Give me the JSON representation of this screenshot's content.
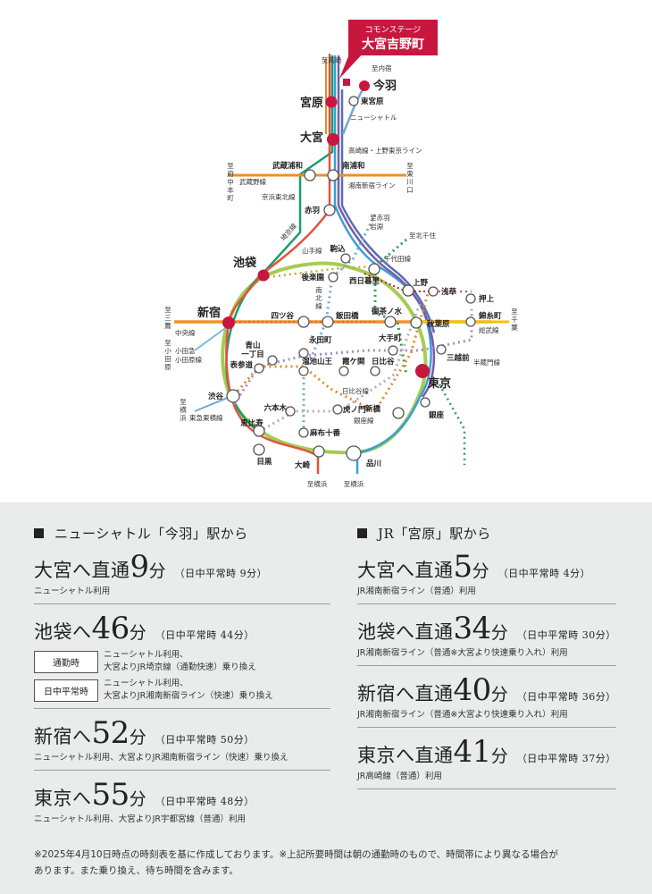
{
  "property": {
    "sub": "コモンステージ",
    "name": "大宮吉野町"
  },
  "map": {
    "stations": {
      "imahane": "今羽",
      "miyahara": "宮原",
      "omiya": "大宮",
      "ikebukuro": "池袋",
      "shinjuku": "新宿",
      "tokyo": "東京",
      "higashimiyahara": "東宮原",
      "musashiurawa": "武蔵浦和",
      "minamiurawa": "南浦和",
      "akabane": "赤羽",
      "komagome": "駒込",
      "kourakuen": "後楽園",
      "nishinippori": "西日暮里",
      "ueno": "上野",
      "asakusa": "浅草",
      "oshiage": "押上",
      "kinshicho": "錦糸町",
      "yotsuya": "四ツ谷",
      "iidabashi": "飯田橋",
      "ochanomizu": "御茶ノ水",
      "akihabara": "秋葉原",
      "nagatacho": "永田町",
      "otemachi": "大手町",
      "aoyama1": "青山",
      "aoyama2": "一丁目",
      "omotesando": "表参道",
      "tameikesanno": "溜池山王",
      "kasumigaseki": "霞ケ関",
      "hibiya": "日比谷",
      "mitsukoshimae": "三越前",
      "shibuya": "渋谷",
      "roppongi": "六本木",
      "toranomon": "虎ノ門",
      "shimbashi": "新橋",
      "ginza": "銀座",
      "ebisu": "恵比寿",
      "azabujuban": "麻布十番",
      "meguro": "目黒",
      "osaki": "大崎",
      "shinagawa": "品川"
    },
    "labels": {
      "to_takasaki": "至高崎",
      "to_uchijuku": "至内宿",
      "new_shuttle": "ニューシャトル",
      "takasaki_ueno": "高崎線・上野東京ライン",
      "musashino_line": "武蔵野線",
      "shonan_shinjuku": "湘南新宿ライン",
      "keihin_tohoku": "京浜東北線",
      "to_fuchu_a": "至",
      "to_fuchu_b": "府",
      "to_fuchu_c": "中",
      "to_fuchu_d": "本",
      "to_fuchu_e": "町",
      "to_higashikawaguchi_a": "至",
      "to_higashikawaguchi_b": "東",
      "to_higashikawaguchi_c": "川",
      "to_higashikawaguchi_d": "口",
      "saikyo": "埼京線",
      "to_akabaneiwabuchi_a": "至赤羽",
      "to_akabaneiwabuchi_b": "岩淵",
      "to_kitasenju": "至北千住",
      "chiyoda": "千代田線",
      "yamanote": "山手線",
      "nanboku_a": "南",
      "nanboku_b": "北",
      "nanboku_c": "線",
      "to_mitaka_a": "至",
      "to_mitaka_b": "三",
      "to_mitaka_c": "鷹",
      "chuo": "中央線",
      "to_odawara_a": "至",
      "to_odawara_b": "小",
      "to_odawara_c": "田",
      "to_odawara_d": "原",
      "odakyu_a": "小田急",
      "odakyu_b": "小田原線",
      "to_chiba_a": "至",
      "to_chiba_b": "千",
      "to_chiba_c": "葉",
      "sobu": "総武線",
      "hanzomon": "半蔵門線",
      "hibiya_line": "日比谷線",
      "ginza_line": "銀座線",
      "to_yokohama1_a": "至",
      "to_yokohama1_b": "横",
      "to_yokohama1_c": "浜",
      "toyoko": "東急東横線",
      "to_yokohama2": "至横浜",
      "to_yokohama3": "至横浜"
    }
  },
  "left": {
    "heading": "ニューシャトル「今羽」駅から",
    "entries": [
      {
        "dest": "大宮へ直通",
        "min": "9",
        "unit": "分",
        "note": "（日中平常時 9分）",
        "desc": "ニューシャトル利用"
      },
      {
        "dest": "池袋へ",
        "min": "46",
        "unit": "分",
        "note": "（日中平常時 44分）",
        "sub": [
          {
            "tag": "通勤時",
            "l1": "ニューシャトル利用、",
            "l2": "大宮よりJR埼京線（通勤快速）乗り換え"
          },
          {
            "tag": "日中平常時",
            "l1": "ニューシャトル利用、",
            "l2": "大宮よりJR湘南新宿ライン（快速）乗り換え"
          }
        ]
      },
      {
        "dest": "新宿へ",
        "min": "52",
        "unit": "分",
        "note": "（日中平常時 50分）",
        "desc": "ニューシャトル利用、大宮よりJR湘南新宿ライン（快速）乗り換え"
      },
      {
        "dest": "東京へ",
        "min": "55",
        "unit": "分",
        "note": "（日中平常時 48分）",
        "desc": "ニューシャトル利用、大宮よりJR宇都宮線（普通）利用"
      }
    ]
  },
  "right": {
    "heading": "JR「宮原」駅から",
    "entries": [
      {
        "dest": "大宮へ直通",
        "min": "5",
        "unit": "分",
        "note": "（日中平常時 4分）",
        "desc": "JR湘南新宿ライン（普通）利用"
      },
      {
        "dest": "池袋へ直通",
        "min": "34",
        "unit": "分",
        "note": "（日中平常時 30分）",
        "desc": "JR湘南新宿ライン（普通※大宮より快速乗り入れ）利用"
      },
      {
        "dest": "新宿へ直通",
        "min": "40",
        "unit": "分",
        "note": "（日中平常時 36分）",
        "desc": "JR湘南新宿ライン（普通※大宮より快速乗り入れ）利用"
      },
      {
        "dest": "東京へ直通",
        "min": "41",
        "unit": "分",
        "note": "（日中平常時 37分）",
        "desc": "JR高崎線（普通）利用"
      }
    ]
  },
  "footnote": {
    "line1": "※2025年4月10日時点の時刻表を基に作成しております。※上記所要時間は朝の通勤時のもので、時間帯により異なる場合が",
    "line2": "あります。また乗り換え、待ち時間を含みます。"
  },
  "colors": {
    "jr_green": "#3aa75a",
    "yamanote": "#a5cc52",
    "saikyo": "#1f9c6e",
    "shonan": "#e0553b",
    "keihin": "#3a9fd8",
    "takasaki": "#e58a2a",
    "utsunomiya": "#7b5aa6",
    "ueno_tokyo": "#5a6fb3",
    "chuo": "#f0932b",
    "musashino": "#e8912d",
    "metro_dot": "#6fa9d6",
    "station_red": "#c8173f"
  }
}
